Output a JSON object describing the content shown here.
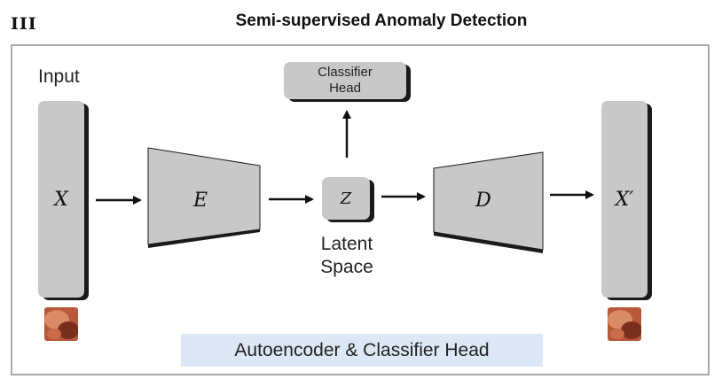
{
  "panel_id": "III",
  "title": "Semi-supervised Anomaly Detection",
  "input_label": "Input",
  "input_symbol": "X",
  "encoder_symbol": "E",
  "latent_symbol": "Z",
  "decoder_symbol": "D",
  "output_symbol": "X′",
  "classifier_head": {
    "line1": "Classifier",
    "line2": "Head"
  },
  "latent_label": {
    "line1": "Latent",
    "line2": "Space"
  },
  "caption": "Autoencoder & Classifier Head"
}
